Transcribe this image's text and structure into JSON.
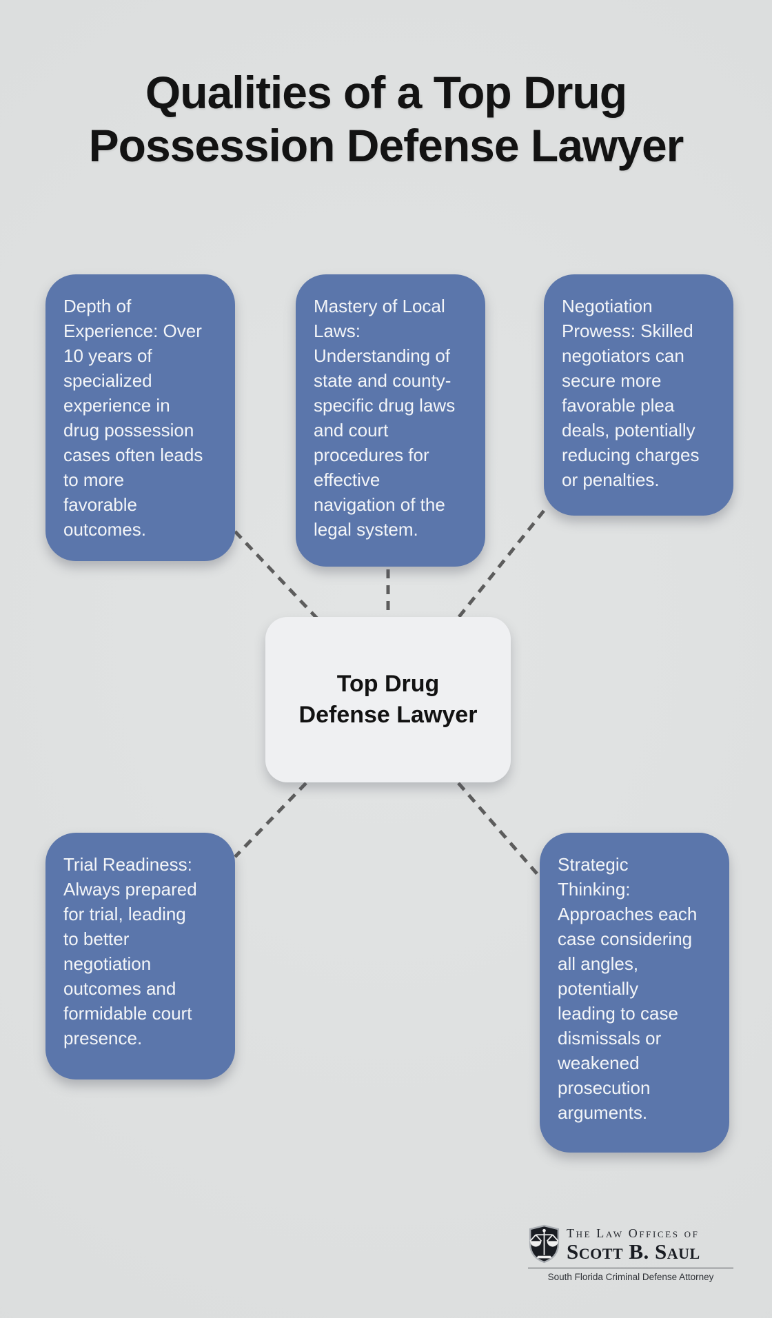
{
  "title": {
    "line1": "Qualities of a Top Drug",
    "line2": "Possession Defense Lawyer"
  },
  "center_node": {
    "label": "Top Drug\nDefense Lawyer"
  },
  "quality_boxes": [
    {
      "id": "depth-of-experience",
      "text": "Depth of\nExperience: Over\n10 years of\nspecialized\nexperience in\ndrug possession\ncases often leads\nto more\nfavorable\noutcomes."
    },
    {
      "id": "mastery-of-local-laws",
      "text": "Mastery of Local\nLaws:\nUnderstanding of\nstate and county-\nspecific drug laws\nand court\nprocedures for\neffective\nnavigation of the\nlegal system."
    },
    {
      "id": "negotiation-prowess",
      "text": "Negotiation\nProwess: Skilled\nnegotiators can\nsecure more\nfavorable plea\ndeals, potentially\nreducing charges\nor penalties."
    },
    {
      "id": "trial-readiness",
      "text": "Trial Readiness:\nAlways prepared\nfor trial, leading\nto better\nnegotiation\noutcomes and\nformidable court\npresence."
    },
    {
      "id": "strategic-thinking",
      "text": "Strategic\nThinking:\nApproaches each\ncase considering\nall angles,\npotentially\nleading to case\ndismissals or\nweakened\nprosecution\narguments."
    }
  ],
  "logo": {
    "firm_prefix": "The Law Offices of",
    "firm_name": "Scott B. Saul",
    "tagline": "South Florida Criminal Defense Attorney",
    "icon": "scales-of-justice-shield-icon"
  },
  "colors": {
    "background": "#dcdede",
    "card_blue": "#5b76ab",
    "card_text": "#f3f5f8",
    "center_card": "#eff0f2",
    "connector_dash": "#5c5c5c",
    "title_text": "#131313",
    "logo_dark": "#1a1d23"
  }
}
